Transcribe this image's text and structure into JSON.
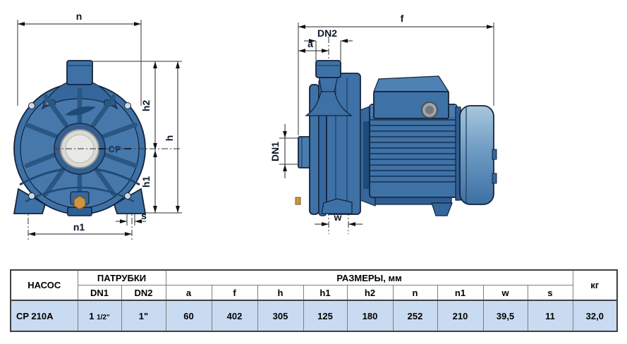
{
  "front_view": {
    "dim_n": "n",
    "dim_h2": "h2",
    "dim_h": "h",
    "dim_h1": "h1",
    "dim_n1": "n1",
    "dim_s": "s",
    "logo": "CP"
  },
  "side_view": {
    "dim_f": "f",
    "dim_dn2": "DN2",
    "dim_a": "a",
    "dim_dn1": "DN1",
    "dim_w": "w"
  },
  "table": {
    "headers": {
      "pump": "НАСОС",
      "ports": "ПАТРУБКИ",
      "dimensions": "РАЗМЕРЫ, мм",
      "weight": "кг"
    },
    "columns": [
      "DN1",
      "DN2",
      "a",
      "f",
      "h",
      "h1",
      "h2",
      "n",
      "n1",
      "w",
      "s"
    ],
    "row": {
      "model": "CP 210A",
      "dn1_whole": "1",
      "dn1_fraction": "1/2\"",
      "dn2": "1\"",
      "a": "60",
      "f": "402",
      "h": "305",
      "h1": "125",
      "h2": "180",
      "n": "252",
      "n1": "210",
      "w": "39,5",
      "s": "11",
      "weight": "32,0"
    }
  },
  "colors": {
    "pump_blue": "#3E71A6",
    "pump_dark": "#2e5e92",
    "outline": "#14233a",
    "data_row_bg": "#C9DBF1",
    "brass": "#CF9441"
  }
}
